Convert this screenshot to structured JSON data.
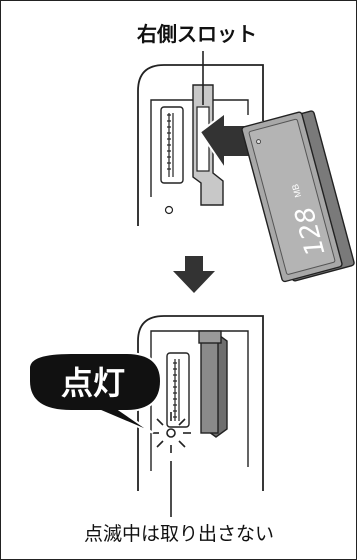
{
  "labels": {
    "right_slot": "右側スロット",
    "lit": "点灯",
    "card_capacity": "128",
    "card_unit": "MB",
    "do_not_remove": "点滅中は取り出さない"
  },
  "colors": {
    "outline": "#222222",
    "card_body": "#7a7a7a",
    "card_face": "#a8a8a8",
    "inserted_card": "#8a8a8a",
    "arrow": "#333333",
    "badge_bg": "#111111",
    "badge_text": "#ffffff",
    "slot_highlight": "#c8c8c8",
    "background": "#ffffff"
  },
  "icons": {
    "insert_arrow": "arrow-left-icon",
    "step_arrow": "arrow-down-icon",
    "indicator": "indicator-led-icon"
  }
}
